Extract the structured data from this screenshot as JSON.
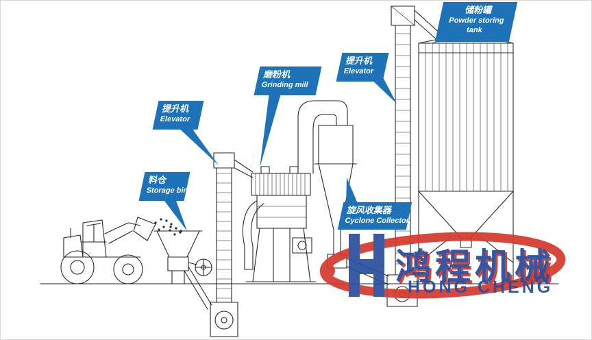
{
  "diagram": {
    "labels": {
      "storage_bin": {
        "zh": "料仓",
        "en": "Storage bin"
      },
      "elevator_left": {
        "zh": "提升机",
        "en": "Elevator"
      },
      "grinding_mill": {
        "zh": "磨粉机",
        "en": "Grinding mill"
      },
      "cyclone_collector": {
        "zh": "旋风收集器",
        "en": "Cyclone Collector"
      },
      "elevator_right": {
        "zh": "提升机",
        "en": "Elevator"
      },
      "powder_tank": {
        "zh": "储粉罐",
        "en": "Powder storing tank"
      }
    },
    "watermark": {
      "zh": "鸿程机械",
      "en": "HONG CHENG"
    },
    "colors": {
      "label_bg": "#1e72b8",
      "label_text": "#ffffff",
      "line_art": "#262626",
      "watermark_red": "#d63a2e",
      "watermark_blue": "#2a4f9e",
      "background": "#ffffff"
    }
  }
}
